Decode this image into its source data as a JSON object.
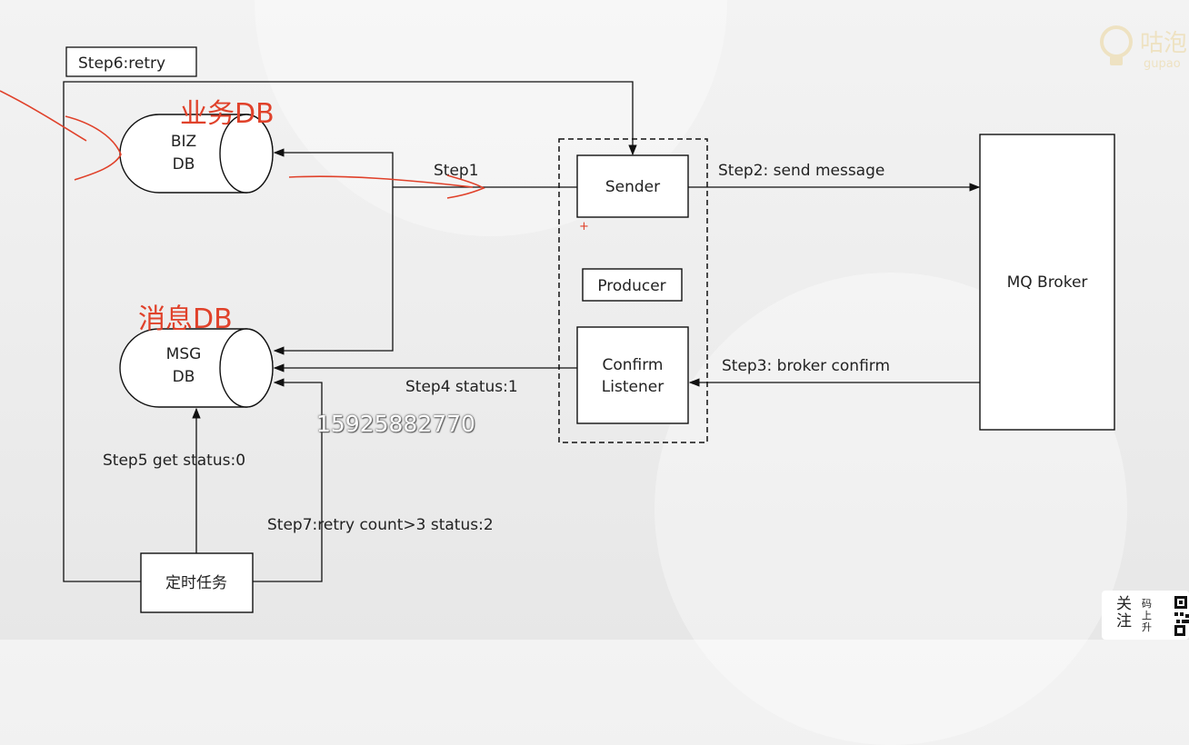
{
  "nodes": {
    "biz_db": {
      "line1": "BIZ",
      "line2": "DB",
      "annotation": "业务DB"
    },
    "msg_db": {
      "line1": "MSG",
      "line2": "DB",
      "annotation": "消息DB"
    },
    "sender": "Sender",
    "producer": "Producer",
    "confirm_listener": {
      "line1": "Confirm",
      "line2": "Listener"
    },
    "mq_broker": "MQ Broker",
    "scheduled_task": "定时任务"
  },
  "steps": {
    "step1": "Step1",
    "step2": "Step2: send message",
    "step3": "Step3: broker confirm",
    "step4": "Step4 status:1",
    "step5": "Step5 get status:0",
    "step6": "Step6:retry",
    "step7": "Step7:retry  count>3 status:2"
  },
  "watermark": {
    "phone": "15925882770",
    "brand": "咕泡",
    "brand_sub": "gupao"
  },
  "qr_badge": {
    "text_large": "关注",
    "text_small": "码上升"
  },
  "colors": {
    "annotation": "#e0412a",
    "line": "#111111"
  }
}
